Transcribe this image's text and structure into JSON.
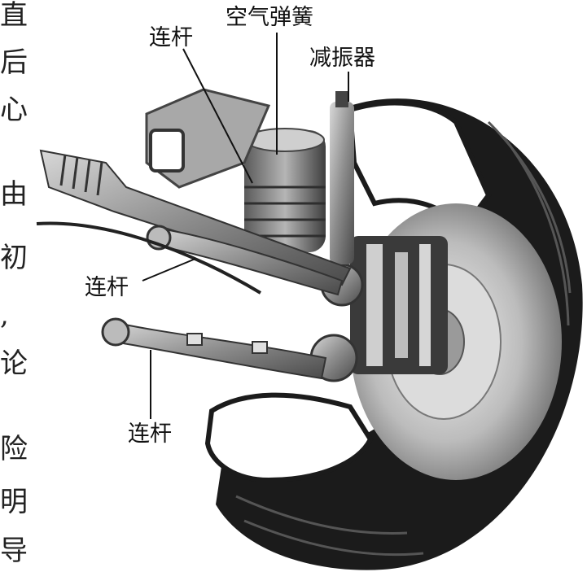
{
  "figure": {
    "labels": {
      "link_top": "连杆",
      "air_spring": "空气弹簧",
      "shock_absorber": "减振器",
      "link_middle": "连杆",
      "link_bottom": "连杆"
    },
    "side_text": [
      "直",
      "后",
      "心",
      "由",
      "初",
      ",",
      "论",
      "险",
      "明",
      "导"
    ],
    "colors": {
      "ink": "#111111",
      "tire": "#1b1b1b",
      "metal": "#9a9a9a",
      "background": "#ffffff"
    }
  }
}
